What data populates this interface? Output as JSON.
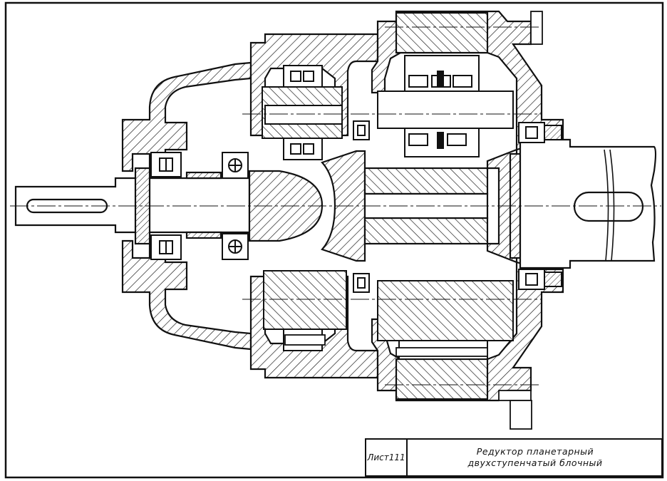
{
  "title_block": {
    "sheet_label": "Лист111",
    "title_line1": "Редуктор планетарный",
    "title_line2": "двухступенчатый блочный"
  },
  "colors": {
    "ink": "#111111",
    "paper": "#ffffff"
  }
}
